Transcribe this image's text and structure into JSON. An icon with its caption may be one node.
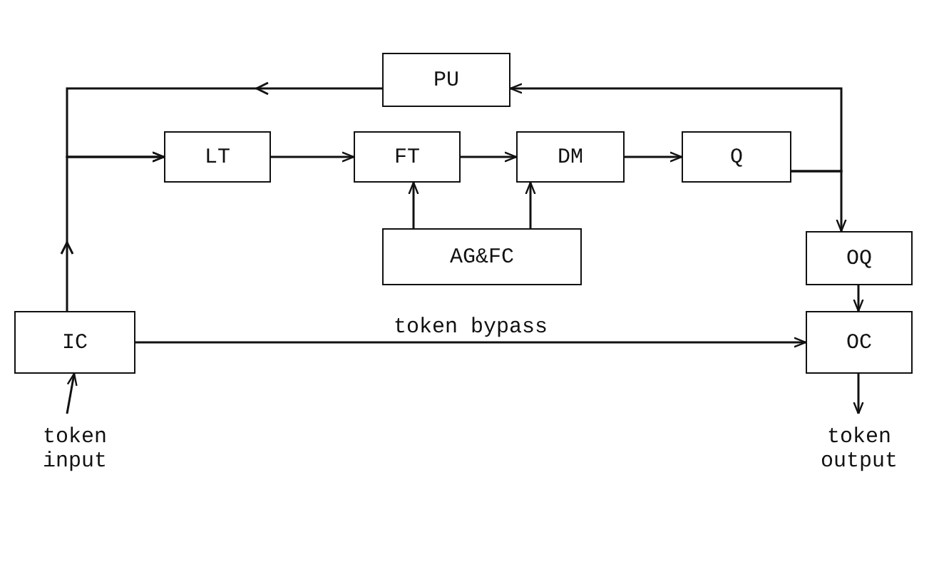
{
  "diagram": {
    "nodes": [
      {
        "text": [
          "PU"
        ]
      },
      {
        "text": [
          "LT"
        ]
      },
      {
        "text": [
          "FT"
        ]
      },
      {
        "text": [
          "DM"
        ]
      },
      {
        "text": [
          "Q"
        ]
      },
      {
        "text": [
          "AG&FC"
        ]
      },
      {
        "text": [
          "OQ"
        ]
      },
      {
        "text": [
          "IC"
        ]
      },
      {
        "text": [
          "OC"
        ]
      },
      {
        "text": [
          "token input"
        ]
      },
      {
        "text": [
          "token output"
        ]
      }
    ],
    "edges": [
      {
        "from": 4,
        "to": 0,
        "arrow": "to"
      },
      {
        "from": 0,
        "to": 1,
        "arrow": "to"
      },
      {
        "from": 7,
        "to": 1,
        "arrow": "to"
      },
      {
        "from": 1,
        "to": 2,
        "arrow": "to"
      },
      {
        "from": 2,
        "to": 3,
        "arrow": "to"
      },
      {
        "from": 3,
        "to": 4,
        "arrow": "to"
      },
      {
        "from": 5,
        "to": 2,
        "arrow": "to"
      },
      {
        "from": 5,
        "to": 3,
        "arrow": "to"
      },
      {
        "from": 4,
        "to": 6,
        "arrow": "to"
      },
      {
        "from": 6,
        "to": 8,
        "arrow": "to"
      },
      {
        "from": 7,
        "to": 8,
        "arrow": "to",
        "label": "token bypass"
      },
      {
        "from": 9,
        "to": 7,
        "arrow": "to"
      },
      {
        "from": 8,
        "to": 10,
        "arrow": "to"
      }
    ]
  }
}
